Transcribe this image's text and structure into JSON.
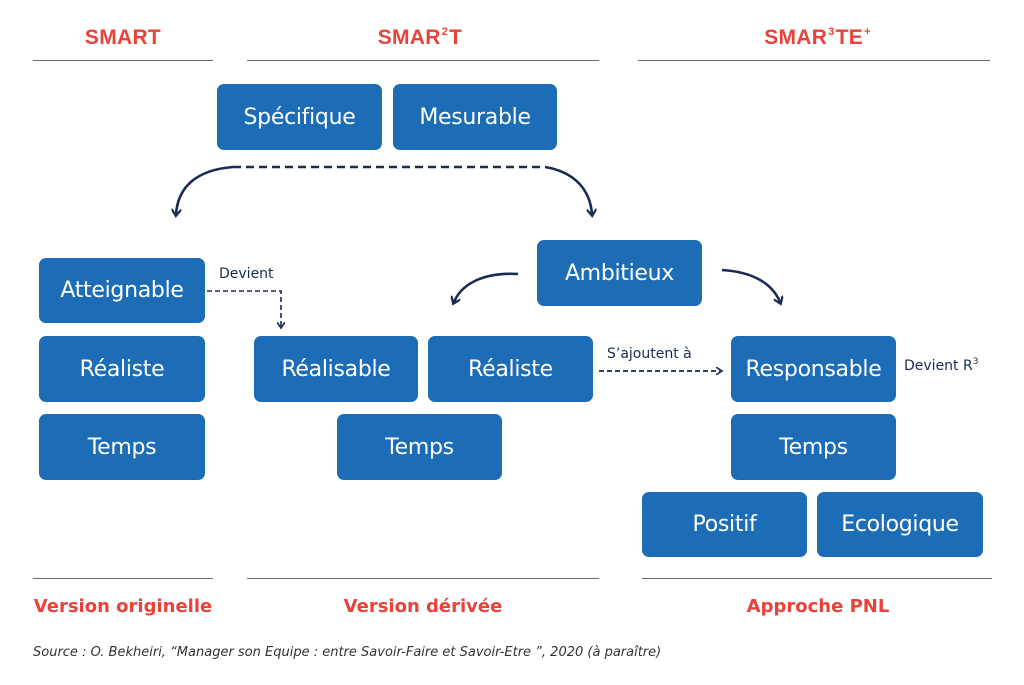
{
  "headings": {
    "smart": "SMART",
    "smar2t": {
      "base": "SMAR",
      "sup": "2",
      "end": "T"
    },
    "smar3te": {
      "base": "SMAR",
      "sup": "3",
      "mid": "TE",
      "plus": "+"
    }
  },
  "boxes": {
    "specifique": "Spécifique",
    "mesurable": "Mesurable",
    "atteignable": "Atteignable",
    "realiste_1": "Réaliste",
    "temps_1": "Temps",
    "ambitieux": "Ambitieux",
    "realisable": "Réalisable",
    "realiste_2": "Réaliste",
    "temps_2": "Temps",
    "responsable": "Responsable",
    "temps_3": "Temps",
    "positif": "Positif",
    "ecologique": "Ecologique"
  },
  "labels": {
    "devient": "Devient",
    "sajoutent": "S’ajoutent à",
    "devient_r3": {
      "text": "Devient R",
      "sup": "3"
    }
  },
  "footers": {
    "originelle": "Version originelle",
    "derivee": "Version dérivée",
    "pnl": "Approche PNL"
  },
  "source": "Source : O. Bekheiri, “Manager son Equipe : entre Savoir-Faire et Savoir-Etre ”, 2020 (à paraître)",
  "colors": {
    "box": "#1c6db5",
    "accent": "#e8423a",
    "arrow": "#1b2a55"
  }
}
